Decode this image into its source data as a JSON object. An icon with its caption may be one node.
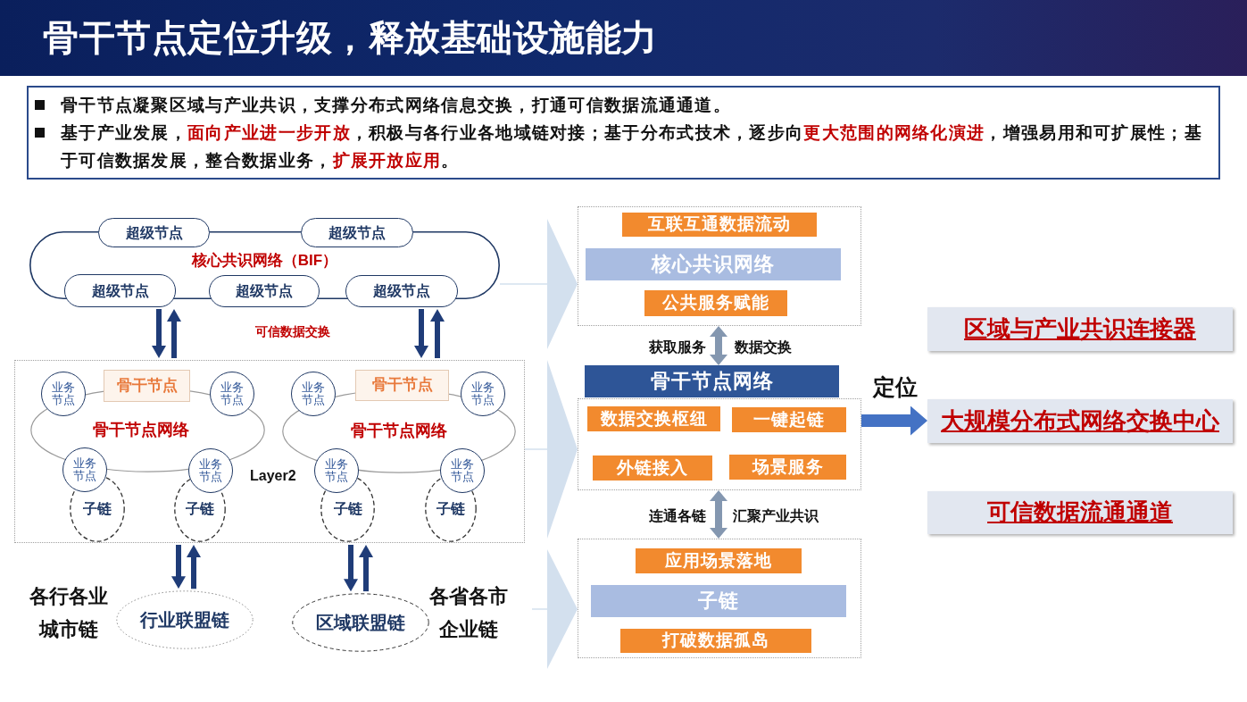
{
  "diagram": {
    "title": "骨干节点定位升级，释放基础设施能力",
    "nodes": [
      {
        "text": [
          "骨干节点凝聚区域与产业共识，支撑分布式网络信息交换，打通可信数据流通通道。",
          "基于产业发展，**面向产业进一步开放**，积极与各行业各地域链对接；基于分布式技术，逐步向**更大范围的网络化演进**，增强易用和可扩展性；基于可信数据发展，整合数据业务，**扩展开放应用**。"
        ]
      },
      {
        "text": [
          "核心共识网络（BIF）"
        ]
      },
      {
        "text": [
          "超级节点"
        ]
      },
      {
        "text": [
          "超级节点"
        ]
      },
      {
        "text": [
          "超级节点"
        ]
      },
      {
        "text": [
          "超级节点"
        ]
      },
      {
        "text": [
          "超级节点"
        ]
      },
      {
        "text": [
          "Layer2"
        ]
      },
      {
        "text": [
          "骨干节点网络"
        ],
        "in": 7
      },
      {
        "text": [
          "骨干节点"
        ],
        "in": 7
      },
      {
        "text": [
          "业务节点"
        ],
        "in": 7
      },
      {
        "text": [
          "业务节点"
        ],
        "in": 7
      },
      {
        "text": [
          "业务节点"
        ],
        "in": 7
      },
      {
        "text": [
          "业务节点"
        ],
        "in": 7
      },
      {
        "text": [
          "子链"
        ],
        "in": 7
      },
      {
        "text": [
          "子链"
        ],
        "in": 7
      },
      {
        "text": [
          "骨干节点网络"
        ],
        "in": 7
      },
      {
        "text": [
          "骨干节点"
        ],
        "in": 7
      },
      {
        "text": [
          "业务节点"
        ],
        "in": 7
      },
      {
        "text": [
          "业务节点"
        ],
        "in": 7
      },
      {
        "text": [
          "业务节点"
        ],
        "in": 7
      },
      {
        "text": [
          "业务节点"
        ],
        "in": 7
      },
      {
        "text": [
          "子链"
        ],
        "in": 7
      },
      {
        "text": [
          "子链"
        ],
        "in": 7
      },
      {
        "text": [
          "行业联盟链"
        ],
        "beside": [
          "各行各业城市链"
        ]
      },
      {
        "text": [
          "区域联盟链"
        ],
        "beside": [
          "各省各市企业链"
        ]
      },
      {
        "text": [],
        "shape": "box"
      },
      {
        "text": [
          "互联互通数据流动"
        ],
        "in": 26
      },
      {
        "text": [
          "核心共识网络"
        ],
        "in": 26
      },
      {
        "text": [
          "公共服务赋能"
        ],
        "in": 26
      },
      {
        "text": [
          "骨干节点网络"
        ]
      },
      {
        "text": [],
        "shape": "box"
      },
      {
        "text": [
          "数据交换枢纽"
        ],
        "in": 31
      },
      {
        "text": [
          "一键起链"
        ],
        "in": 31
      },
      {
        "text": [
          "外链接入"
        ],
        "in": 31
      },
      {
        "text": [
          "场景服务"
        ],
        "in": 31
      },
      {
        "text": [],
        "shape": "box"
      },
      {
        "text": [
          "应用场景落地"
        ],
        "in": 36
      },
      {
        "text": [
          "子链"
        ],
        "in": 36
      },
      {
        "text": [
          "打破数据孤岛"
        ],
        "in": 36
      },
      {
        "text": [
          "区域与产业共识连接器"
        ]
      },
      {
        "text": [
          "大规模分布式网络交换中心"
        ]
      },
      {
        "text": [
          "可信数据流通通道"
        ]
      }
    ],
    "edges": [
      {
        "from": 4,
        "to": 7,
        "arrow": "to"
      },
      {
        "from": 7,
        "to": 4,
        "arrow": "to"
      },
      {
        "from": 6,
        "to": 7,
        "arrow": "to"
      },
      {
        "from": 7,
        "to": 6,
        "arrow": "to"
      },
      {
        "from": 7,
        "to": 24,
        "arrow": "to"
      },
      {
        "from": 24,
        "to": 7,
        "arrow": "to"
      },
      {
        "from": 7,
        "to": 25,
        "arrow": "to"
      },
      {
        "from": 25,
        "to": 7,
        "arrow": "to"
      },
      {
        "from": 26,
        "to": 30,
        "arrow": "both",
        "color": "#8497b0"
      },
      {
        "from": 31,
        "to": 36,
        "arrow": "both",
        "color": "#8497b0"
      },
      {
        "from": 31,
        "to": 41,
        "arrow": "to",
        "label": "定位",
        "style": "thick",
        "color": "#4472c4"
      },
      {
        "from": 1,
        "to": 26,
        "arrow": "to",
        "color": "#d3e0ee"
      },
      {
        "from": 7,
        "to": 31,
        "arrow": "to",
        "color": "#d3e0ee"
      },
      {
        "from": null,
        "to": 36,
        "arrow": "to",
        "color": "#d3e0ee"
      }
    ],
    "labels": [
      "可信数据交换",
      "获取服务",
      "数据交换",
      "连通各链",
      "汇聚产业共识"
    ]
  }
}
